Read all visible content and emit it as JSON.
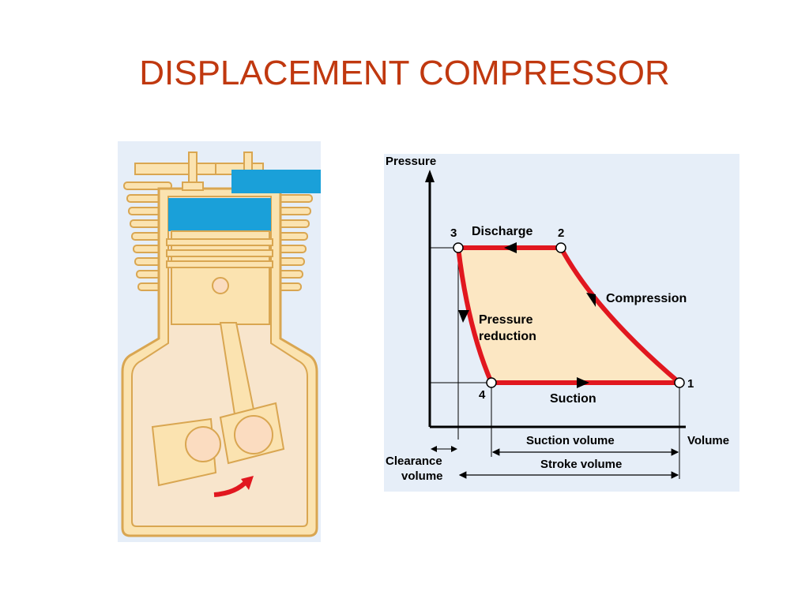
{
  "title": "DISPLACEMENT COMPRESSOR",
  "colors": {
    "title": "#c0380f",
    "panel_bg": "#e6eef8",
    "metal": "#fbe3b0",
    "metal_outline": "#d9a651",
    "crankcase": "#f8e5cc",
    "gas": "#1aa0d9",
    "cycle_line": "#e1171f",
    "cycle_fill": "#fce7c3"
  },
  "diagram": {
    "axis_y_label": "Pressure",
    "axis_x_label": "Volume",
    "points": [
      "1",
      "2",
      "3",
      "4"
    ],
    "process_labels": {
      "discharge": "Discharge",
      "compression": "Compression",
      "pressure_reduction_line1": "Pressure",
      "pressure_reduction_line2": "reduction",
      "suction": "Suction"
    },
    "dimension_labels": {
      "suction_volume": "Suction volume",
      "stroke_volume": "Stroke volume",
      "clearance_volume_line1": "Clearance",
      "clearance_volume_line2": "volume"
    }
  }
}
